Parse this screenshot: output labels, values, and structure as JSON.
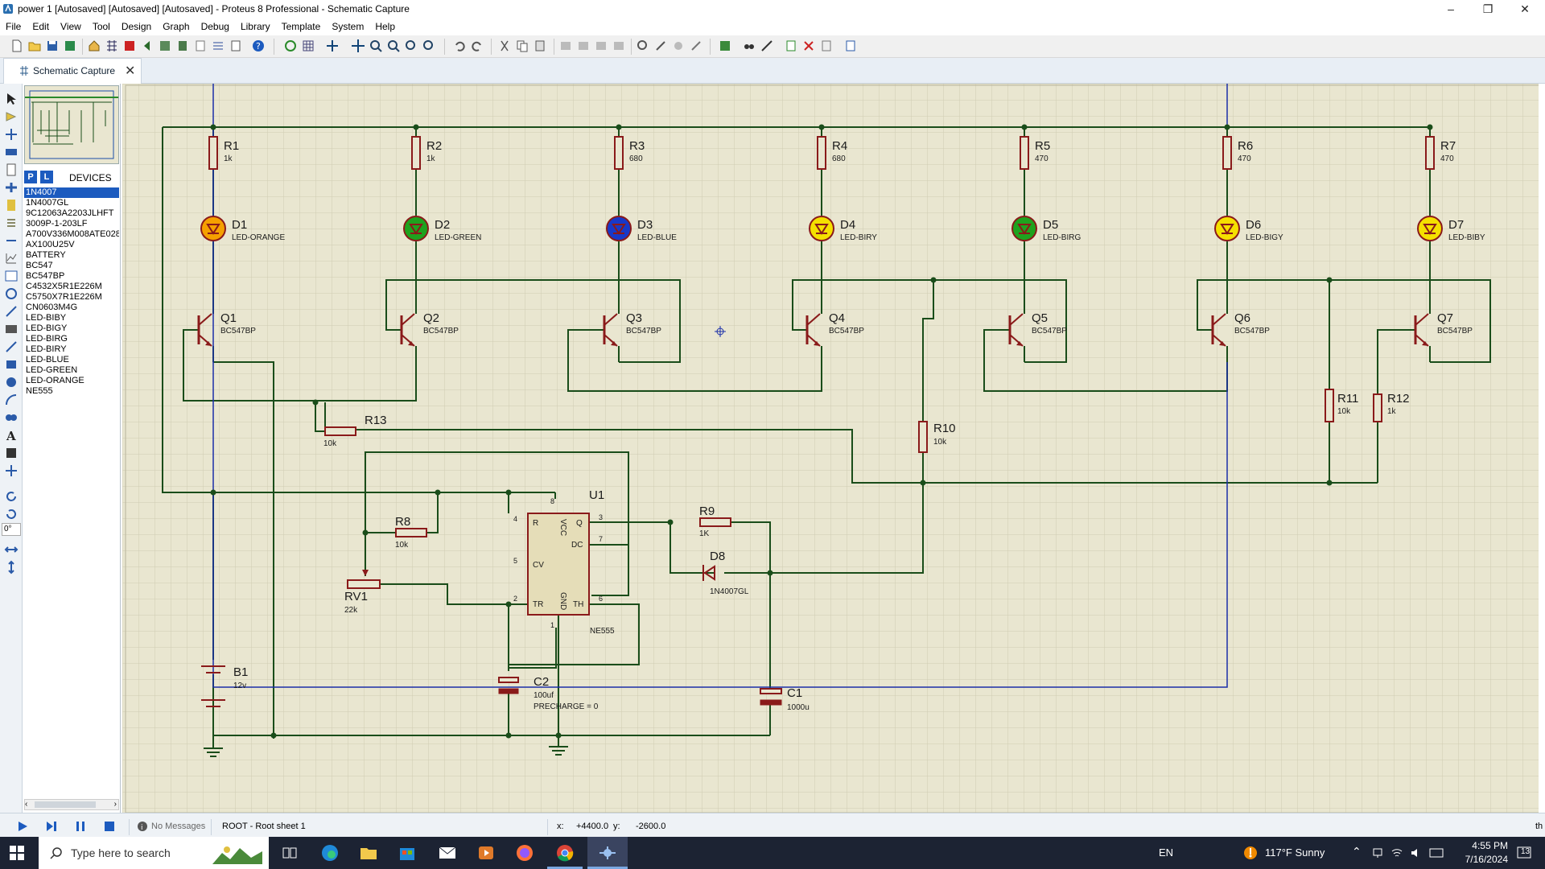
{
  "window": {
    "title": "power 1 [Autosaved] [Autosaved] [Autosaved] - Proteus 8 Professional - Schematic Capture",
    "minimize": "–",
    "maximize": "❐",
    "close": "✕"
  },
  "menu": [
    "File",
    "Edit",
    "View",
    "Tool",
    "Design",
    "Graph",
    "Debug",
    "Library",
    "Template",
    "System",
    "Help"
  ],
  "tab": {
    "label": "Schematic Capture",
    "close": "✕"
  },
  "devices": {
    "header": "DEVICES",
    "p_btn": "P",
    "l_btn": "L",
    "items": [
      "1N4007",
      "1N4007GL",
      "9C12063A2203JLHFT",
      "3009P-1-203LF",
      "A700V336M008ATE028",
      "AX100U25V",
      "BATTERY",
      "BC547",
      "BC547BP",
      "C4532X5R1E226M",
      "C5750X7R1E226M",
      "CN0603M4G",
      "LED-BIBY",
      "LED-BIGY",
      "LED-BIRG",
      "LED-BIRY",
      "LED-BLUE",
      "LED-GREEN",
      "LED-ORANGE",
      "NE555"
    ],
    "selected": 0
  },
  "schematic": {
    "resistors_top": [
      {
        "ref": "R1",
        "val": "1k"
      },
      {
        "ref": "R2",
        "val": "1k"
      },
      {
        "ref": "R3",
        "val": "680"
      },
      {
        "ref": "R4",
        "val": "680"
      },
      {
        "ref": "R5",
        "val": "470"
      },
      {
        "ref": "R6",
        "val": "470"
      },
      {
        "ref": "R7",
        "val": "470"
      }
    ],
    "leds": [
      {
        "ref": "D1",
        "val": "LED-ORANGE",
        "color": "#f5a000"
      },
      {
        "ref": "D2",
        "val": "LED-GREEN",
        "color": "#1ea21e"
      },
      {
        "ref": "D3",
        "val": "LED-BLUE",
        "color": "#1838c8"
      },
      {
        "ref": "D4",
        "val": "LED-BIRY",
        "color": "#f5e000"
      },
      {
        "ref": "D5",
        "val": "LED-BIRG",
        "color": "#1ea21e"
      },
      {
        "ref": "D6",
        "val": "LED-BIGY",
        "color": "#f5e000"
      },
      {
        "ref": "D7",
        "val": "LED-BIBY",
        "color": "#f5e000"
      }
    ],
    "transistors": [
      {
        "ref": "Q1",
        "val": "BC547BP"
      },
      {
        "ref": "Q2",
        "val": "BC547BP"
      },
      {
        "ref": "Q3",
        "val": "BC547BP"
      },
      {
        "ref": "Q4",
        "val": "BC547BP"
      },
      {
        "ref": "Q5",
        "val": "BC547BP"
      },
      {
        "ref": "Q6",
        "val": "BC547BP"
      },
      {
        "ref": "Q7",
        "val": "BC547BP"
      }
    ],
    "r13": {
      "ref": "R13",
      "val": "10k"
    },
    "r10": {
      "ref": "R10",
      "val": "10k"
    },
    "r11": {
      "ref": "R11",
      "val": "10k"
    },
    "r12": {
      "ref": "R12",
      "val": "1k"
    },
    "r8": {
      "ref": "R8",
      "val": "10k"
    },
    "r9": {
      "ref": "R9",
      "val": "1K"
    },
    "rv1": {
      "ref": "RV1",
      "val": "22k"
    },
    "d8": {
      "ref": "D8",
      "val": "1N4007GL"
    },
    "u1": {
      "ref": "U1",
      "val": "NE555",
      "pins": {
        "r": "R",
        "vcc": "VCC",
        "q": "Q",
        "dc": "DC",
        "cv": "CV",
        "tr": "TR",
        "gnd": "GND",
        "th": "TH",
        "n4": "4",
        "n8": "8",
        "n3": "3",
        "n7": "7",
        "n5": "5",
        "n2": "2",
        "n6": "6",
        "n1": "1"
      }
    },
    "c1": {
      "ref": "C1",
      "val": "1000u"
    },
    "c2": {
      "ref": "C2",
      "val": "100uf",
      "note": "PRECHARGE = 0"
    },
    "b1": {
      "ref": "B1",
      "val": "12v"
    }
  },
  "status": {
    "messages": "No Messages",
    "sheet": "ROOT - Root sheet 1",
    "x_label": "x:",
    "x_val": "+4400.0",
    "y_label": "y:",
    "y_val": "-2600.0",
    "right": "th",
    "angle": "0°"
  },
  "taskbar": {
    "search_placeholder": "Type here to search",
    "lang": "EN",
    "weather": "117°F  Sunny",
    "time": "4:55 PM",
    "date": "7/16/2024",
    "notif": "13"
  }
}
